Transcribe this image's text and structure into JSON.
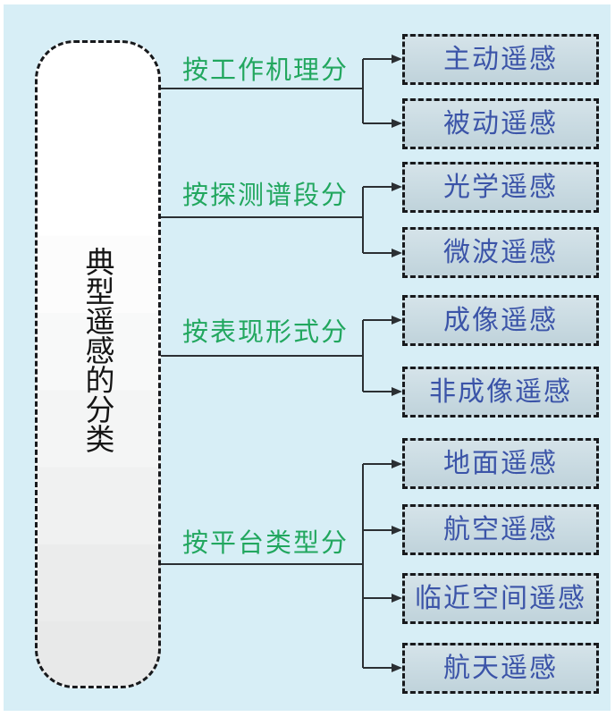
{
  "root": {
    "title": "典型遥感的分类"
  },
  "groups": [
    {
      "label": "按工作机理分",
      "children": [
        "主动遥感",
        "被动遥感"
      ]
    },
    {
      "label": "按探测谱段分",
      "children": [
        "光学遥感",
        "微波遥感"
      ]
    },
    {
      "label": "按表现形式分",
      "children": [
        "成像遥感",
        "非成像遥感"
      ]
    },
    {
      "label": "按平台类型分",
      "children": [
        "地面遥感",
        "航空遥感",
        "临近空间遥感",
        "航天遥感"
      ]
    }
  ],
  "colors": {
    "canvas-bg": "#ffffff",
    "panel-bg": "#d7eef6",
    "label-green": "#22a75f",
    "node-text-blue": "#3b54a8",
    "line-dark": "#17191c",
    "connector": "#2b2f33"
  }
}
